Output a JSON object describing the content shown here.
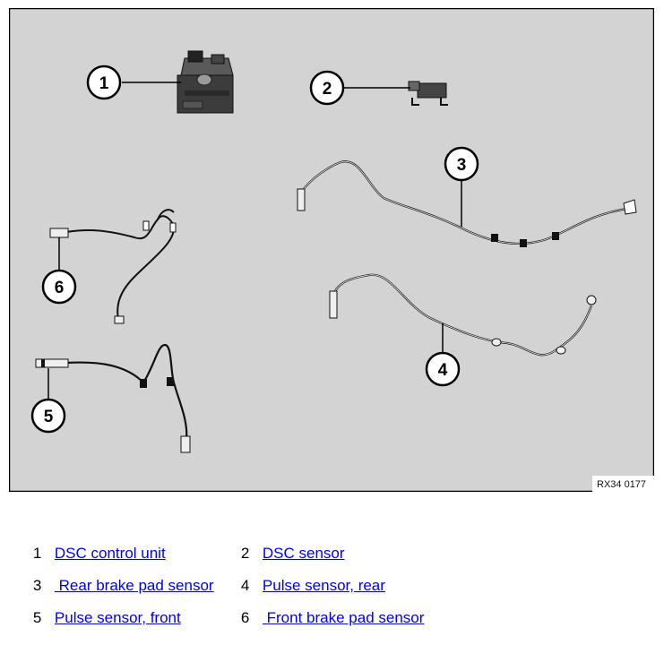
{
  "figure": {
    "code": "RX34 0177",
    "callouts": [
      "1",
      "2",
      "3",
      "4",
      "5",
      "6"
    ]
  },
  "legend": [
    {
      "num": "1",
      "label": "DSC control unit"
    },
    {
      "num": "2",
      "label": "DSC sensor"
    },
    {
      "num": "3",
      "label": " Rear brake pad sensor"
    },
    {
      "num": "4",
      "label": "Pulse sensor, rear"
    },
    {
      "num": "5",
      "label": "Pulse sensor, front"
    },
    {
      "num": "6",
      "label": " Front brake pad sensor"
    }
  ]
}
